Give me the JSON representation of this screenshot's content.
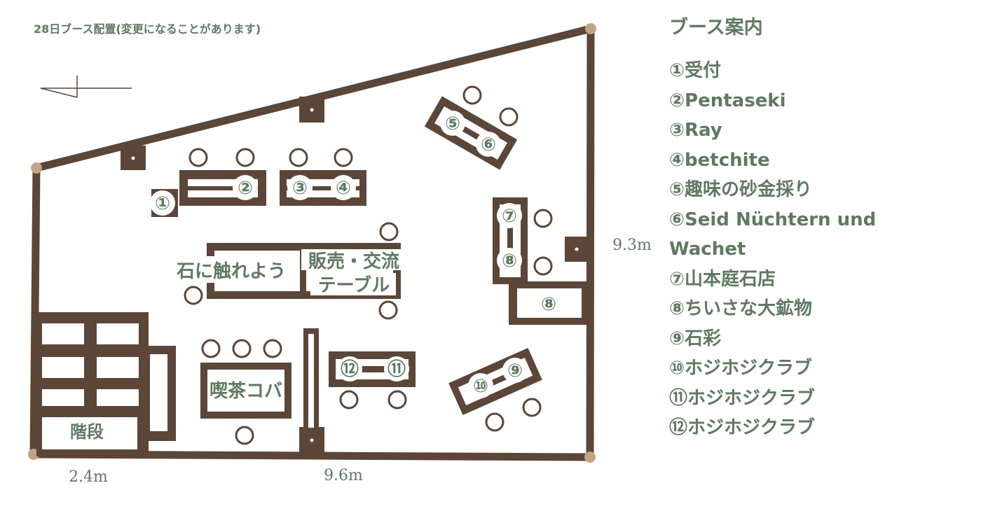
{
  "top_note": "28日ブース配置(変更になることがあります)",
  "legend": {
    "title": "ブース案内",
    "items": [
      {
        "num": "①",
        "name": "受付"
      },
      {
        "num": "②",
        "name": "Pentaseki"
      },
      {
        "num": "③",
        "name": "Ray"
      },
      {
        "num": "④",
        "name": "betchite"
      },
      {
        "num": "⑤",
        "name": "趣味の砂金採り"
      },
      {
        "num": "⑥",
        "name": "Seid Nüchtern und"
      },
      {
        "num": "",
        "name": "Wachet"
      },
      {
        "num": "⑦",
        "name": "山本庭石店"
      },
      {
        "num": "⑧",
        "name": "ちいさな大鉱物"
      },
      {
        "num": "⑨",
        "name": "石彩"
      },
      {
        "num": "⑩",
        "name": "ホジホジクラブ"
      },
      {
        "num": "⑪",
        "name": "ホジホジクラブ"
      },
      {
        "num": "⑫",
        "name": "ホジホジクラブ"
      }
    ]
  },
  "map": {
    "labels": {
      "stone_touch": "石に触れよう",
      "sales_line1": "販売・交流",
      "sales_line2": "テーブル",
      "cafe": "喫茶コバ",
      "stairs": "階段"
    },
    "dimensions": {
      "left_bottom": "2.4m",
      "bottom": "9.6m",
      "right": "9.3m"
    },
    "booth_numbers": {
      "b1": "①",
      "b2": "②",
      "b3": "③",
      "b4": "④",
      "b5": "⑤",
      "b6": "⑥",
      "b7": "⑦",
      "b8a": "⑧",
      "b8b": "⑧",
      "b9": "⑨",
      "b10": "⑩",
      "b11": "⑪",
      "b12": "⑫"
    }
  },
  "colors": {
    "wall": "#5b4638",
    "text": "#5e7a60",
    "corner": "#c2a485"
  }
}
